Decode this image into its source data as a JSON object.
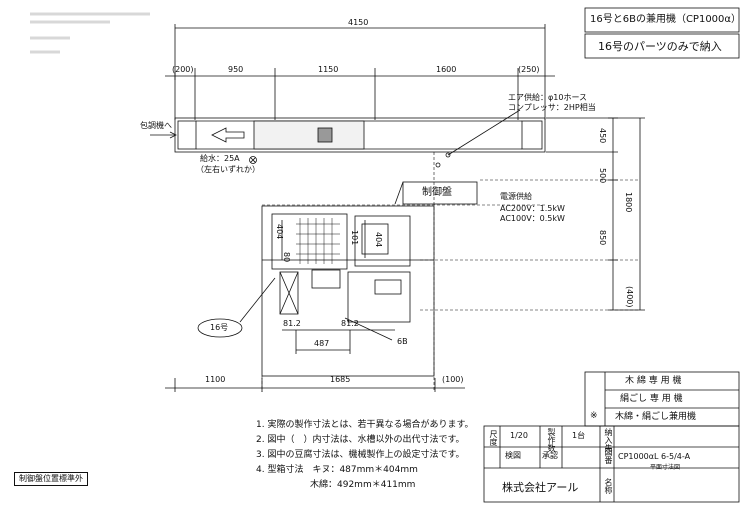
{
  "header": {
    "line1": "16号と6Bの兼用機（CP1000α）",
    "line2": "16号のパーツのみで納入"
  },
  "dimensions": {
    "overall_width": "4150",
    "top_segments": [
      "(200)",
      "950",
      "1150",
      "1600",
      "(250)"
    ],
    "right_segments": [
      "450",
      "500",
      "850",
      "(400)"
    ],
    "right_total": "1800",
    "bottom_segments": [
      "1100",
      "1685",
      "(100)"
    ],
    "inner_81_left": "81.2",
    "inner_81_right": "81.2",
    "dim_487": "487",
    "dim_404_a": "404",
    "dim_404_b": "404",
    "dim_101": "101",
    "dim_80": "80"
  },
  "labels": {
    "to_conditioner": "包調機へ",
    "water_supply": "給水：25A",
    "water_note": "（左右いずれか）",
    "air_supply": "エア供給：φ10ホース",
    "compressor": "コンプレッサ：2HP相当",
    "control_panel": "制御盤",
    "power_supply": "電源供給",
    "ac200": "AC200V：1.5kW",
    "ac100": "AC100V：0.5kW",
    "callout_16": "16号",
    "callout_6b": "6B",
    "bottom_left_note": "制御盤位置標準外"
  },
  "notes": [
    "1. 実際の製作寸法とは、若干異なる場合があります。",
    "2. 図中（　）内寸法は、水槽以外の出代寸法です。",
    "3. 図中の豆腐寸法は、機械製作上の設定寸法です。",
    "4. 型箱寸法　キヌ：487mm＊404mm",
    "　　　　　　木綿：492mm＊411mm"
  ],
  "title_block": {
    "types": [
      "木 綿 専 用 機",
      "絹ごし 専 用 機",
      "木綿・絹ごし兼用機"
    ],
    "selected_mark": "※",
    "scale_label": "尺度",
    "scale_value": "1/20",
    "check_label": "検図",
    "approve_label": "承認",
    "quantity_label": "製作数",
    "quantity_value": "1台",
    "destination_label": "納入先",
    "drawing_label": "図番",
    "drawing_number": "CP1000αL 6-5/4-A",
    "drawing_title": "平面寸法図",
    "name_label": "名称",
    "company": "株式会社アール"
  }
}
